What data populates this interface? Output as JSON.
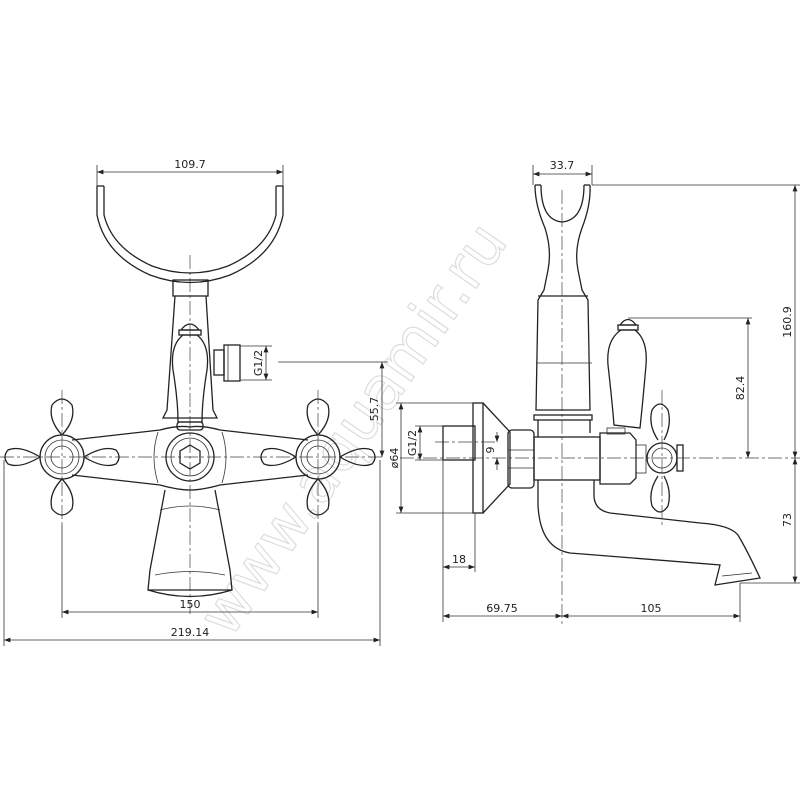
{
  "watermark": "www.aquamir.ru",
  "front_view": {
    "dims": {
      "cradle_width": "109.7",
      "outlet_thread": "G1/2",
      "outlet_height": "55.7",
      "handle_spacing": "150",
      "overall_width": "219.14"
    }
  },
  "side_view": {
    "dims": {
      "cradle_depth": "33.7",
      "total_height": "160.9",
      "lever_height": "82.4",
      "spout_drop": "73",
      "flange_diameter": "ø64",
      "inlet_thread": "G1/2",
      "offset": "9",
      "thread_length": "18",
      "wall_to_center": "69.75",
      "spout_reach": "105"
    }
  }
}
